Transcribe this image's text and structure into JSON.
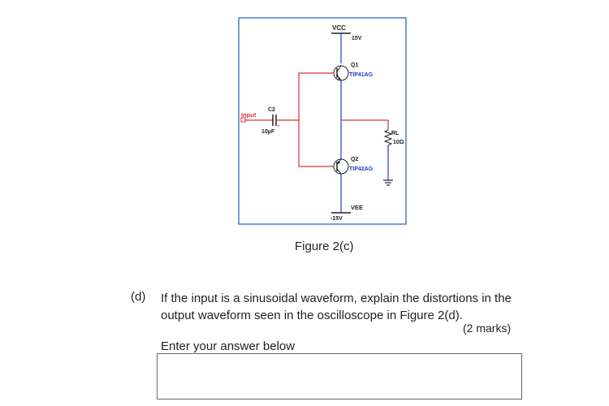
{
  "figure": {
    "vcc_label": "VCC",
    "vcc_value": "15V",
    "q1_name": "Q1",
    "q1_part": "TIP41AG",
    "input_label": "Input",
    "c2_name": "C2",
    "c2_value": "10µF",
    "rl_name": "RL",
    "rl_value": "10Ω",
    "q2_name": "Q2",
    "q2_part": "TIP42AG",
    "vee_label": "VEE",
    "vee_value": "-15V",
    "caption": "Figure 2(c)"
  },
  "question": {
    "label": "(d)",
    "text": "If the input is a sinusoidal waveform, explain the distortions in the output waveform seen in the oscilloscope in Figure 2(d).",
    "marks": "(2 marks)",
    "answer_prompt": "Enter your answer below"
  },
  "colors": {
    "wire_red": "#d9303a",
    "wire_blue": "#1a3cc4",
    "frame_blue": "#4a7cc9",
    "component": "#222222"
  }
}
